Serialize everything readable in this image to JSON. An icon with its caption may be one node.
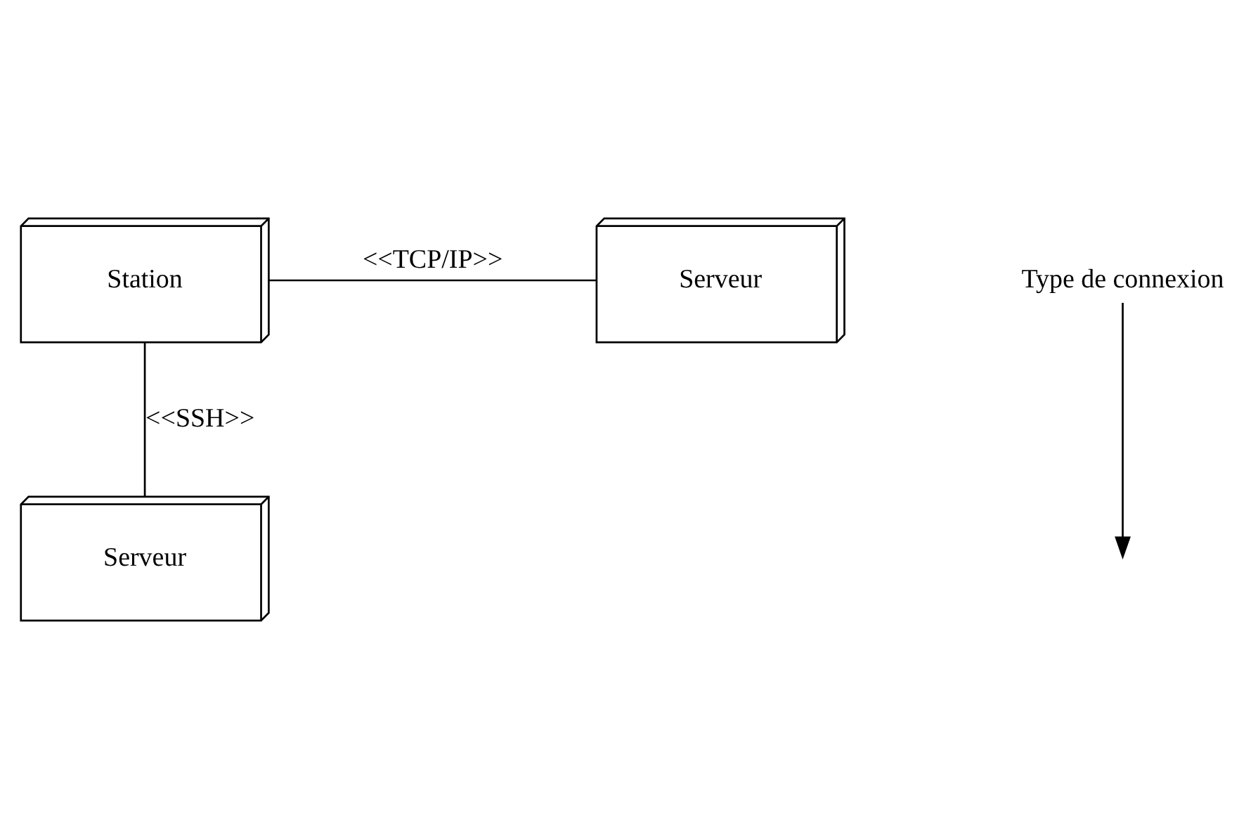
{
  "diagram": {
    "nodes": [
      {
        "text": [
          "Station"
        ]
      },
      {
        "text": [
          "Serveur"
        ]
      },
      {
        "text": [
          "Serveur"
        ]
      },
      {
        "text": [
          "Type de connexion"
        ]
      }
    ],
    "edges": [
      {
        "from": 0,
        "to": 1,
        "arrow": "none",
        "label": "<<TCP/IP>>"
      },
      {
        "from": 0,
        "to": 2,
        "arrow": "none",
        "label": "<<SSH>>"
      },
      {
        "from": 3,
        "to": null,
        "arrow": "to"
      }
    ]
  }
}
